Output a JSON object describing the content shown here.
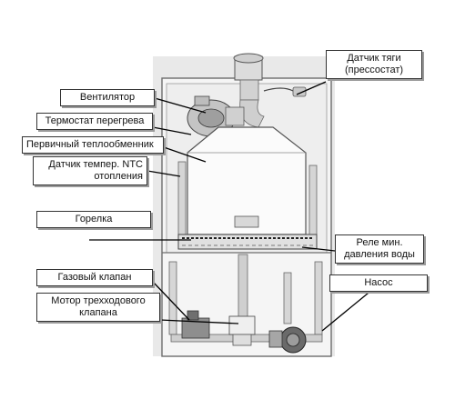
{
  "colors": {
    "panel": "#f2f2f2",
    "metal": "#d7d7d7",
    "dark": "#3c3c3c",
    "leader": "#000000",
    "background_band": "#e6e6e6"
  },
  "labels": {
    "draft_sensor": [
      "Датчик тяги",
      "(прессостат)"
    ],
    "fan": "Вентилятор",
    "overheat_thermostat": "Термостат перегрева",
    "primary_heat_exchanger": "Первичный теплообменник",
    "ntc_sensor": [
      "Датчик темпер. NTC",
      "отопления"
    ],
    "burner": "Горелка",
    "min_pressure_relay": [
      "Реле мин.",
      "давления воды"
    ],
    "gas_valve": "Газовый клапан",
    "pump": "Насос",
    "three_way_valve_motor": [
      "Мотор трехходового",
      "клапана"
    ]
  }
}
